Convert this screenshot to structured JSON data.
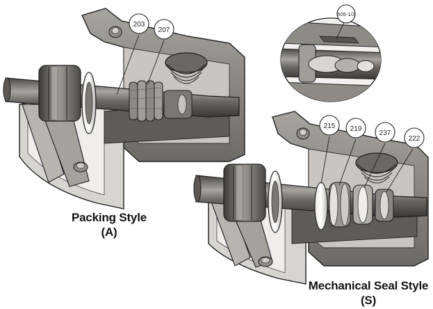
{
  "callouts": {
    "c203": "203",
    "c207": "207",
    "c505": "505-1/2",
    "c215": "215",
    "c219": "219",
    "c237": "237",
    "c222": "222"
  },
  "captions": {
    "packing_title": "Packing Style",
    "packing_code": "(A)",
    "mech_title": "Mechanical Seal Style",
    "mech_code": "(S)"
  },
  "colors": {
    "housing": "#8e8b87",
    "housing_dark": "#5a5753",
    "shaft": "#6f6c69",
    "cut_face": "#c9c6c2",
    "outline": "#1e1e1e"
  }
}
